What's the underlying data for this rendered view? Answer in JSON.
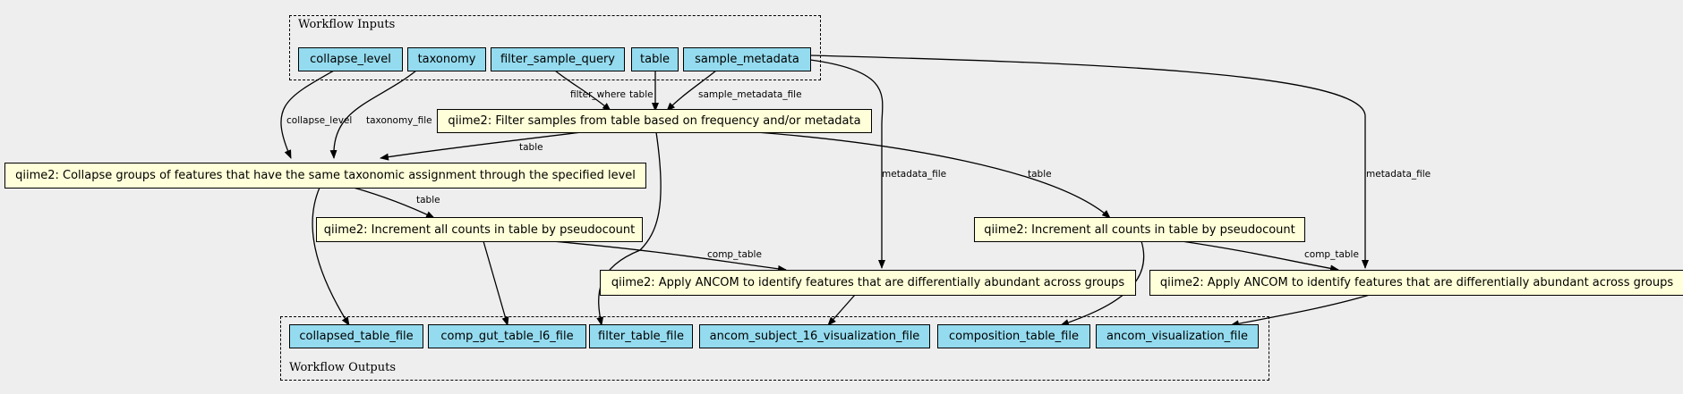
{
  "clusters": {
    "inputs_title": "Workflow Inputs",
    "outputs_title": "Workflow Outputs"
  },
  "inputs": {
    "collapse_level": "collapse_level",
    "taxonomy": "taxonomy",
    "filter_sample_query": "filter_sample_query",
    "table": "table",
    "sample_metadata": "sample_metadata"
  },
  "steps": {
    "filter": "qiime2: Filter samples from table based on frequency and/or metadata",
    "collapse": "qiime2: Collapse groups of features that have the same taxonomic assignment through the specified level",
    "pseudocount_left": "qiime2: Increment all counts in table by pseudocount",
    "pseudocount_right": "qiime2: Increment all counts in table by pseudocount",
    "ancom_middle": "qiime2: Apply ANCOM to identify features that are differentially abundant across groups",
    "ancom_right": "qiime2: Apply ANCOM to identify features that are differentially abundant across groups"
  },
  "outputs": {
    "collapsed_table_file": "collapsed_table_file",
    "comp_gut_table_l6_file": "comp_gut_table_l6_file",
    "filter_table_file": "filter_table_file",
    "ancom_subject_16_visualization_file": "ancom_subject_16_visualization_file",
    "composition_table_file": "composition_table_file",
    "ancom_visualization_file": "ancom_visualization_file"
  },
  "edge_labels": {
    "collapse_level": "collapse_level",
    "taxonomy_file": "taxonomy_file",
    "filter_where": "filter_where",
    "table_in": "table",
    "sample_metadata_file": "sample_metadata_file",
    "table_to_collapse": "table",
    "table_to_pseudo_left": "table",
    "metadata_file_middle": "metadata_file",
    "table_to_pseudo_right": "table",
    "metadata_file_right": "metadata_file",
    "comp_table_middle": "comp_table",
    "comp_table_right": "comp_table"
  },
  "colors": {
    "background": "#eeeeee",
    "io_node": "#94dbef",
    "step_node": "#ffffd9",
    "edge": "#000000"
  }
}
